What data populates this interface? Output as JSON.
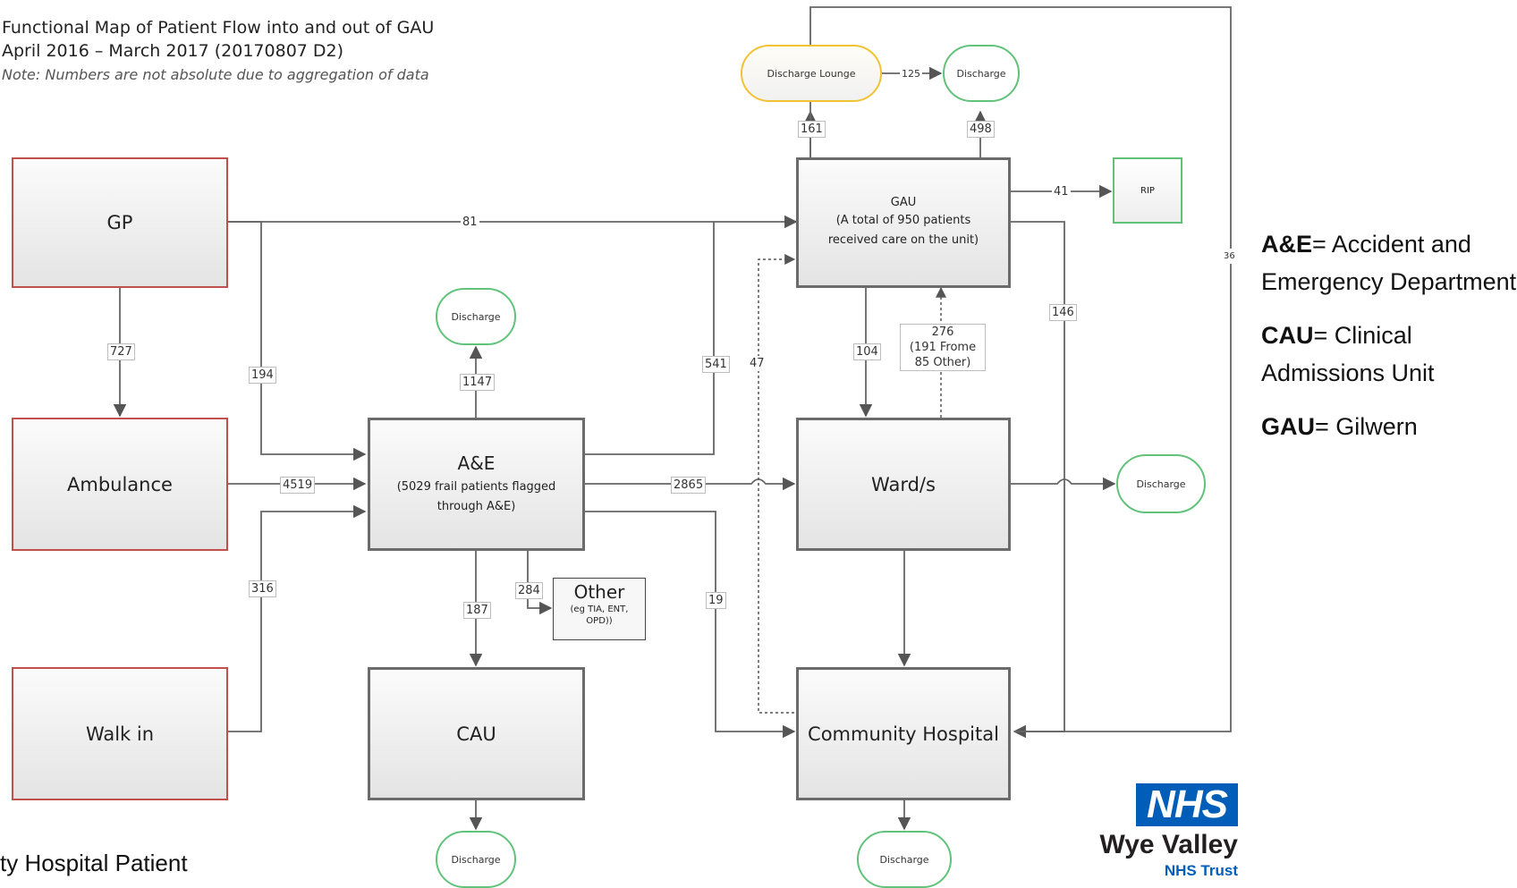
{
  "title": {
    "line1": "Functional Map of Patient Flow into and out of GAU",
    "line2": "April 2016 – March 2017  (20170807 D2)",
    "note": "Note: Numbers are not absolute due to aggregation of data"
  },
  "nodes": {
    "gp": "GP",
    "ambulance": "Ambulance",
    "walk_in": "Walk in",
    "ae_title": "A&E",
    "ae_sub": "(5029 frail patients flagged through A&E)",
    "cau": "CAU",
    "gau_title": "GAU",
    "gau_sub": "(A total of 950 patients received care on the unit)",
    "wards": "Ward/s",
    "community_hospital": "Community Hospital",
    "discharge_lounge": "Discharge Lounge",
    "discharge": "Discharge",
    "rip": "RIP",
    "other_title": "Other",
    "other_sub": "(eg TIA, ENT, OPD))"
  },
  "flows": {
    "gp_to_gau": "81",
    "gp_to_ambulance": "727",
    "gp_to_ae": "194",
    "ambulance_to_ae": "4519",
    "walkin_to_ae": "316",
    "ae_to_discharge": "1147",
    "ae_to_gau": "541",
    "ae_to_wards": "2865",
    "ae_to_cau": "187",
    "ae_to_other": "284",
    "ae_to_community": "19",
    "community_to_gau": "47",
    "gau_to_wards": "104",
    "wards_to_gau_total": "276",
    "wards_to_gau_breakdown": "(191 Frome 85 Other)",
    "gau_to_community": "146",
    "gau_to_discharge_lounge": "161",
    "gau_to_discharge": "498",
    "lounge_to_discharge": "125",
    "gau_to_rip": "41",
    "discharge_to_community_loop": "36"
  },
  "legend": [
    {
      "abbr": "A&E",
      "meaning": "= Accident and Emergency Department"
    },
    {
      "abbr": "CAU",
      "meaning": "= Clinical Admissions Unit"
    },
    {
      "abbr": "GAU",
      "meaning": "= Gilwern"
    }
  ],
  "logo": {
    "mark": "NHS",
    "organisation": "Wye Valley",
    "trust": "NHS Trust"
  },
  "footer_fragment": "ty Hospital Patient",
  "colors": {
    "source_border": "#c0504d",
    "discharge_border": "#61c27a",
    "lounge_border": "#f2c233",
    "nhs_blue": "#005eb8"
  }
}
